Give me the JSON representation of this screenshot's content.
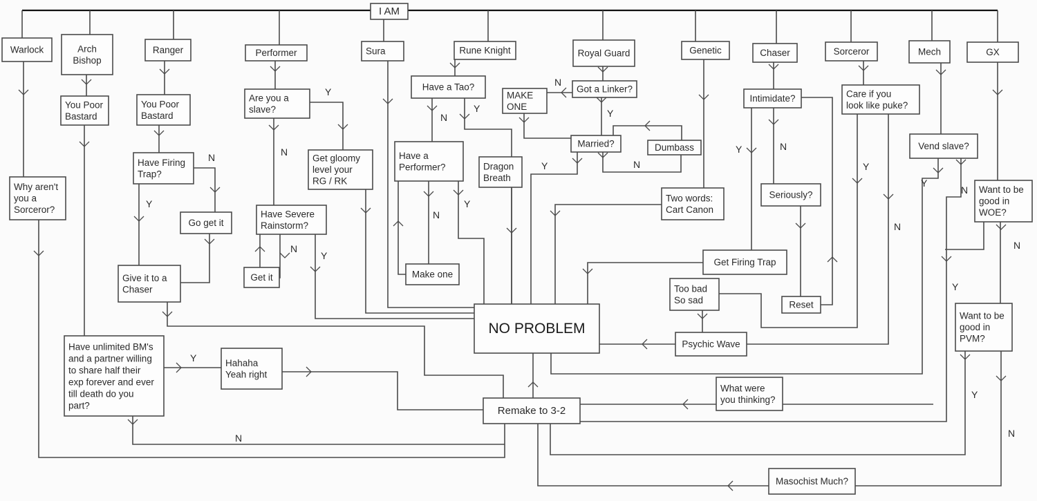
{
  "title": "I AM",
  "nodes": [
    {
      "id": "iam",
      "lines": [
        "I AM"
      ]
    },
    {
      "id": "warlock",
      "lines": [
        "Warlock"
      ]
    },
    {
      "id": "archbishop",
      "lines": [
        "Arch",
        "Bishop"
      ]
    },
    {
      "id": "ranger",
      "lines": [
        "Ranger"
      ]
    },
    {
      "id": "performer",
      "lines": [
        "Performer"
      ]
    },
    {
      "id": "sura",
      "lines": [
        "Sura"
      ]
    },
    {
      "id": "runeknight",
      "lines": [
        "Rune Knight"
      ]
    },
    {
      "id": "royalguard",
      "lines": [
        "Royal Guard"
      ]
    },
    {
      "id": "genetic",
      "lines": [
        "Genetic"
      ]
    },
    {
      "id": "chaser",
      "lines": [
        "Chaser"
      ]
    },
    {
      "id": "sorceror",
      "lines": [
        "Sorceror"
      ]
    },
    {
      "id": "mech",
      "lines": [
        "Mech"
      ]
    },
    {
      "id": "gx",
      "lines": [
        "GX"
      ]
    },
    {
      "id": "ab_poor",
      "lines": [
        "You Poor",
        "Bastard"
      ]
    },
    {
      "id": "rg_poor",
      "lines": [
        "You Poor",
        "Bastard"
      ]
    },
    {
      "id": "slave_q",
      "lines": [
        "Are you a",
        "slave?"
      ]
    },
    {
      "id": "tao_q",
      "lines": [
        "Have a Tao?"
      ]
    },
    {
      "id": "makeone_caps",
      "lines": [
        "MAKE",
        "ONE"
      ]
    },
    {
      "id": "linker_q",
      "lines": [
        "Got a Linker?"
      ]
    },
    {
      "id": "married_q",
      "lines": [
        "Married?"
      ]
    },
    {
      "id": "dumbass",
      "lines": [
        "Dumbass"
      ]
    },
    {
      "id": "intimidate_q",
      "lines": [
        "Intimidate?"
      ]
    },
    {
      "id": "puke_q",
      "lines": [
        "Care if you",
        "look like puke?"
      ]
    },
    {
      "id": "vend_q",
      "lines": [
        "Vend slave?"
      ]
    },
    {
      "id": "firing_q",
      "lines": [
        "Have Firing",
        "Trap?"
      ]
    },
    {
      "id": "gogetit",
      "lines": [
        "Go get it"
      ]
    },
    {
      "id": "giveit",
      "lines": [
        "Give it to a",
        "Chaser"
      ]
    },
    {
      "id": "why_sorc",
      "lines": [
        "Why aren't",
        "you a",
        "Sorceror?"
      ]
    },
    {
      "id": "gloomy",
      "lines": [
        "Get gloomy",
        "level your",
        "RG / RK"
      ]
    },
    {
      "id": "rainstorm_q",
      "lines": [
        "Have Severe",
        "Rainstorm?"
      ]
    },
    {
      "id": "getit",
      "lines": [
        "Get it"
      ]
    },
    {
      "id": "perf_q",
      "lines": [
        "Have a",
        "Performer?"
      ]
    },
    {
      "id": "makeone",
      "lines": [
        "Make one"
      ]
    },
    {
      "id": "dragon",
      "lines": [
        "Dragon",
        "Breath"
      ]
    },
    {
      "id": "cartcanon",
      "lines": [
        "Two words:",
        "Cart Canon"
      ]
    },
    {
      "id": "seriously_q",
      "lines": [
        "Seriously?"
      ]
    },
    {
      "id": "getfiring",
      "lines": [
        "Get Firing Trap"
      ]
    },
    {
      "id": "toobad",
      "lines": [
        "Too bad",
        "So sad"
      ]
    },
    {
      "id": "reset",
      "lines": [
        "Reset"
      ]
    },
    {
      "id": "woe_q",
      "lines": [
        "Want to be",
        "good in",
        "WOE?"
      ]
    },
    {
      "id": "pvm_q",
      "lines": [
        "Want to be",
        "good in",
        "PVM?"
      ]
    },
    {
      "id": "noproblem",
      "lines": [
        "NO PROBLEM"
      ]
    },
    {
      "id": "psychic",
      "lines": [
        "Psychic Wave"
      ]
    },
    {
      "id": "bm_q",
      "lines": [
        "Have unlimited BM's",
        "and a partner willing",
        "to share half their",
        "exp forever and ever",
        "till death do you",
        "part?"
      ]
    },
    {
      "id": "hahaha",
      "lines": [
        "Hahaha",
        "Yeah right"
      ]
    },
    {
      "id": "whatthinking",
      "lines": [
        "What were",
        "you thinking?"
      ]
    },
    {
      "id": "remake",
      "lines": [
        "Remake to 3-2"
      ]
    },
    {
      "id": "masochist",
      "lines": [
        "Masochist Much?"
      ]
    }
  ],
  "edge_labels": [
    {
      "id": "slave_y",
      "text": "Y"
    },
    {
      "id": "slave_n",
      "text": "N"
    },
    {
      "id": "tao_n",
      "text": "N"
    },
    {
      "id": "tao_y",
      "text": "Y"
    },
    {
      "id": "linker_n",
      "text": "N"
    },
    {
      "id": "linker_y",
      "text": "Y"
    },
    {
      "id": "married_y",
      "text": "Y"
    },
    {
      "id": "married_n",
      "text": "N"
    },
    {
      "id": "firing_n",
      "text": "N"
    },
    {
      "id": "firing_y",
      "text": "Y"
    },
    {
      "id": "rain_n",
      "text": "N"
    },
    {
      "id": "rain_y",
      "text": "Y"
    },
    {
      "id": "perf_n",
      "text": "N"
    },
    {
      "id": "perf_y",
      "text": "Y"
    },
    {
      "id": "intim_y",
      "text": "Y"
    },
    {
      "id": "intim_n",
      "text": "N"
    },
    {
      "id": "puke_y",
      "text": "Y"
    },
    {
      "id": "puke_n",
      "text": "N"
    },
    {
      "id": "vend_y",
      "text": "Y"
    },
    {
      "id": "vend_n",
      "text": "N"
    },
    {
      "id": "woe_n",
      "text": "N"
    },
    {
      "id": "woe_y",
      "text": "Y"
    },
    {
      "id": "pvm_y",
      "text": "Y"
    },
    {
      "id": "pvm_n",
      "text": "N"
    },
    {
      "id": "bm_y",
      "text": "Y"
    },
    {
      "id": "bm_n",
      "text": "N"
    }
  ]
}
